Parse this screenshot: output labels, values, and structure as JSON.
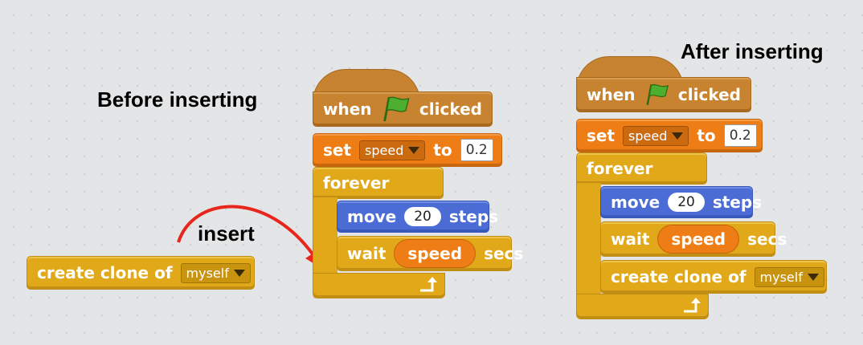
{
  "headings": {
    "before": "Before inserting",
    "after": "After inserting",
    "insert": "insert"
  },
  "blocks": {
    "when": "when",
    "clicked": "clicked",
    "set": "set",
    "variable": "speed",
    "to": "to",
    "set_value": "0.2",
    "forever": "forever",
    "move": "move",
    "steps_value": "20",
    "steps": "steps",
    "wait": "wait",
    "wait_reporter": "speed",
    "secs": "secs",
    "create_clone_of": "create clone of",
    "clone_target": "myself"
  },
  "colors": {
    "events": "#c88330",
    "data": "#ee7d16",
    "control": "#e1a91a",
    "motion": "#4a6cd4",
    "arrow": "#e8261c"
  },
  "icons": {
    "flag": "green-flag-icon",
    "loop": "loop-arrow-icon",
    "caret": "dropdown-caret-icon"
  }
}
